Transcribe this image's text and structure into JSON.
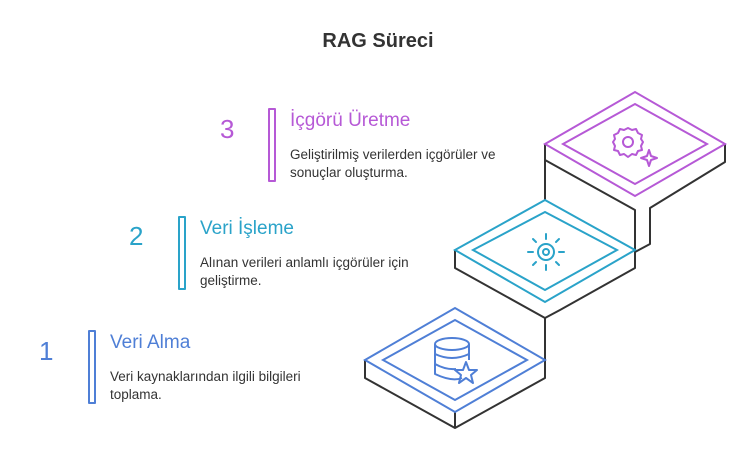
{
  "title": "RAG Süreci",
  "steps": [
    {
      "number": "1",
      "title": "Veri Alma",
      "description": "Veri kaynaklarından ilgili bilgileri toplama.",
      "color": "#4f7fd6",
      "icon": "database-star-icon"
    },
    {
      "number": "2",
      "title": "Veri İşleme",
      "description": "Alınan verileri anlamlı içgörüler için geliştirme.",
      "color": "#2aa3c9",
      "icon": "sun-gear-icon"
    },
    {
      "number": "3",
      "title": "İçgörü Üretme",
      "description": "Geliştirilmiş verilerden içgörüler ve sonuçlar oluşturma.",
      "color": "#b659d6",
      "icon": "gear-sparkle-icon"
    }
  ]
}
